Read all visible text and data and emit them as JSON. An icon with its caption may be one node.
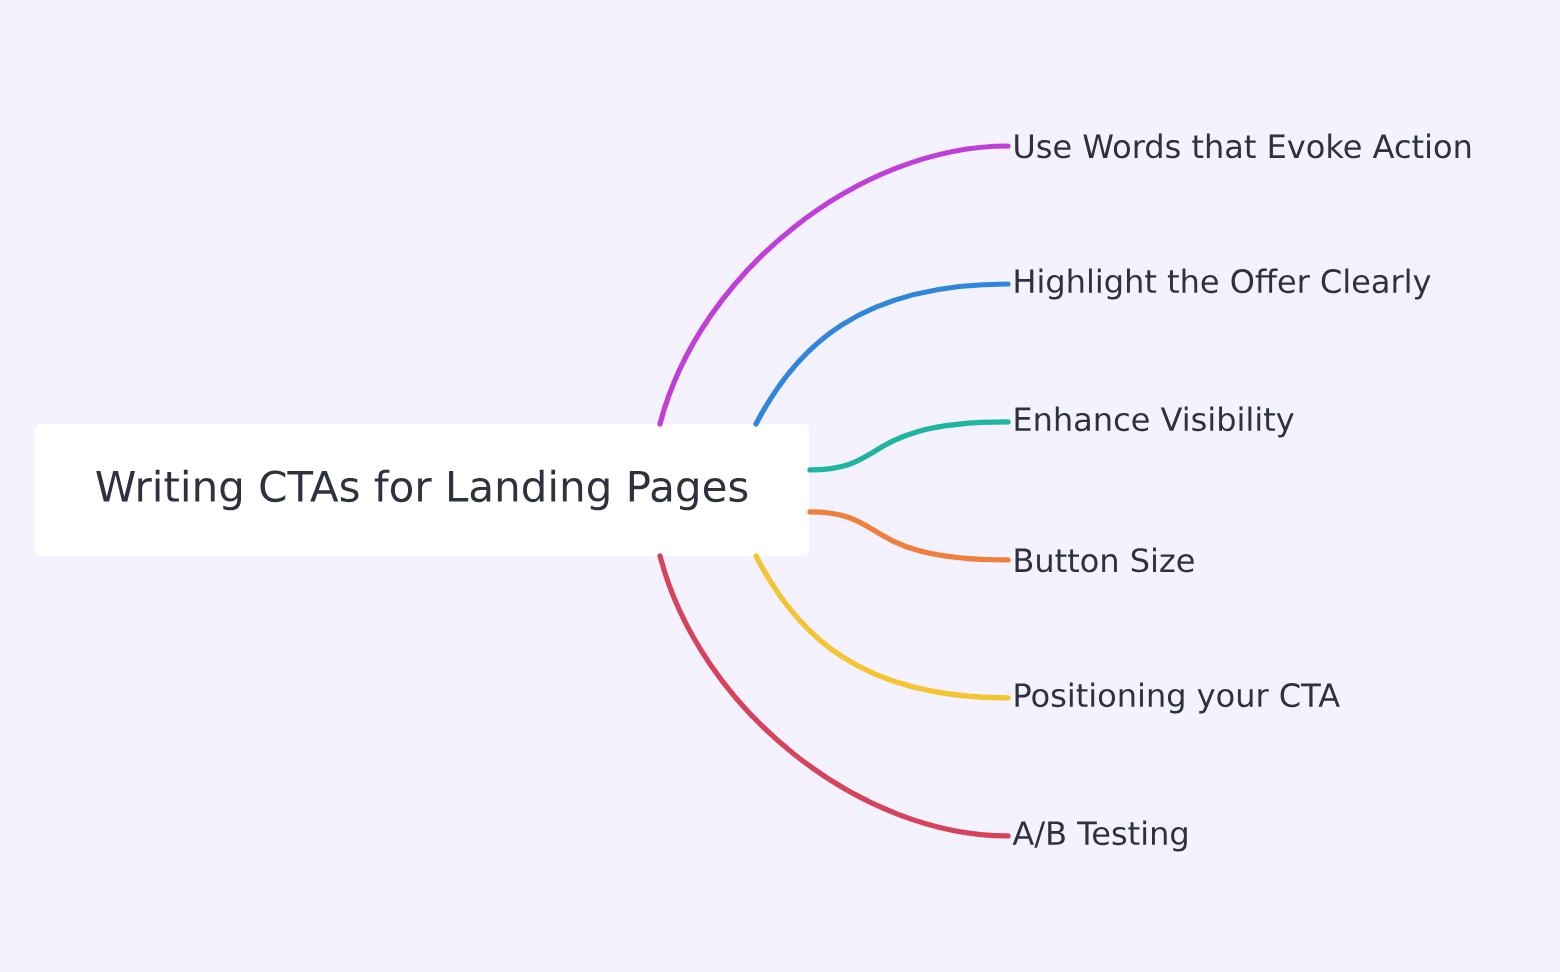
{
  "diagram": {
    "nodes": [
      {
        "text": [
          "Writing CTAs for Landing Pages"
        ]
      },
      {
        "text": [
          "Use Words that Evoke Action"
        ]
      },
      {
        "text": [
          "Highlight the Offer Clearly"
        ]
      },
      {
        "text": [
          "Enhance Visibility"
        ]
      },
      {
        "text": [
          "Button Size"
        ]
      },
      {
        "text": [
          "Positioning your CTA"
        ]
      },
      {
        "text": [
          "A/B Testing"
        ]
      }
    ],
    "edges": [
      {
        "from": 0,
        "to": 1,
        "arrow": "none",
        "color": "#c03fd6"
      },
      {
        "from": 0,
        "to": 2,
        "arrow": "none",
        "color": "#2f86db"
      },
      {
        "from": 0,
        "to": 3,
        "arrow": "none",
        "color": "#1fb5a0"
      },
      {
        "from": 0,
        "to": 4,
        "arrow": "none",
        "color": "#ef7f3a"
      },
      {
        "from": 0,
        "to": 5,
        "arrow": "none",
        "color": "#f5c431"
      },
      {
        "from": 0,
        "to": 6,
        "arrow": "none",
        "color": "#d6435a"
      }
    ]
  }
}
